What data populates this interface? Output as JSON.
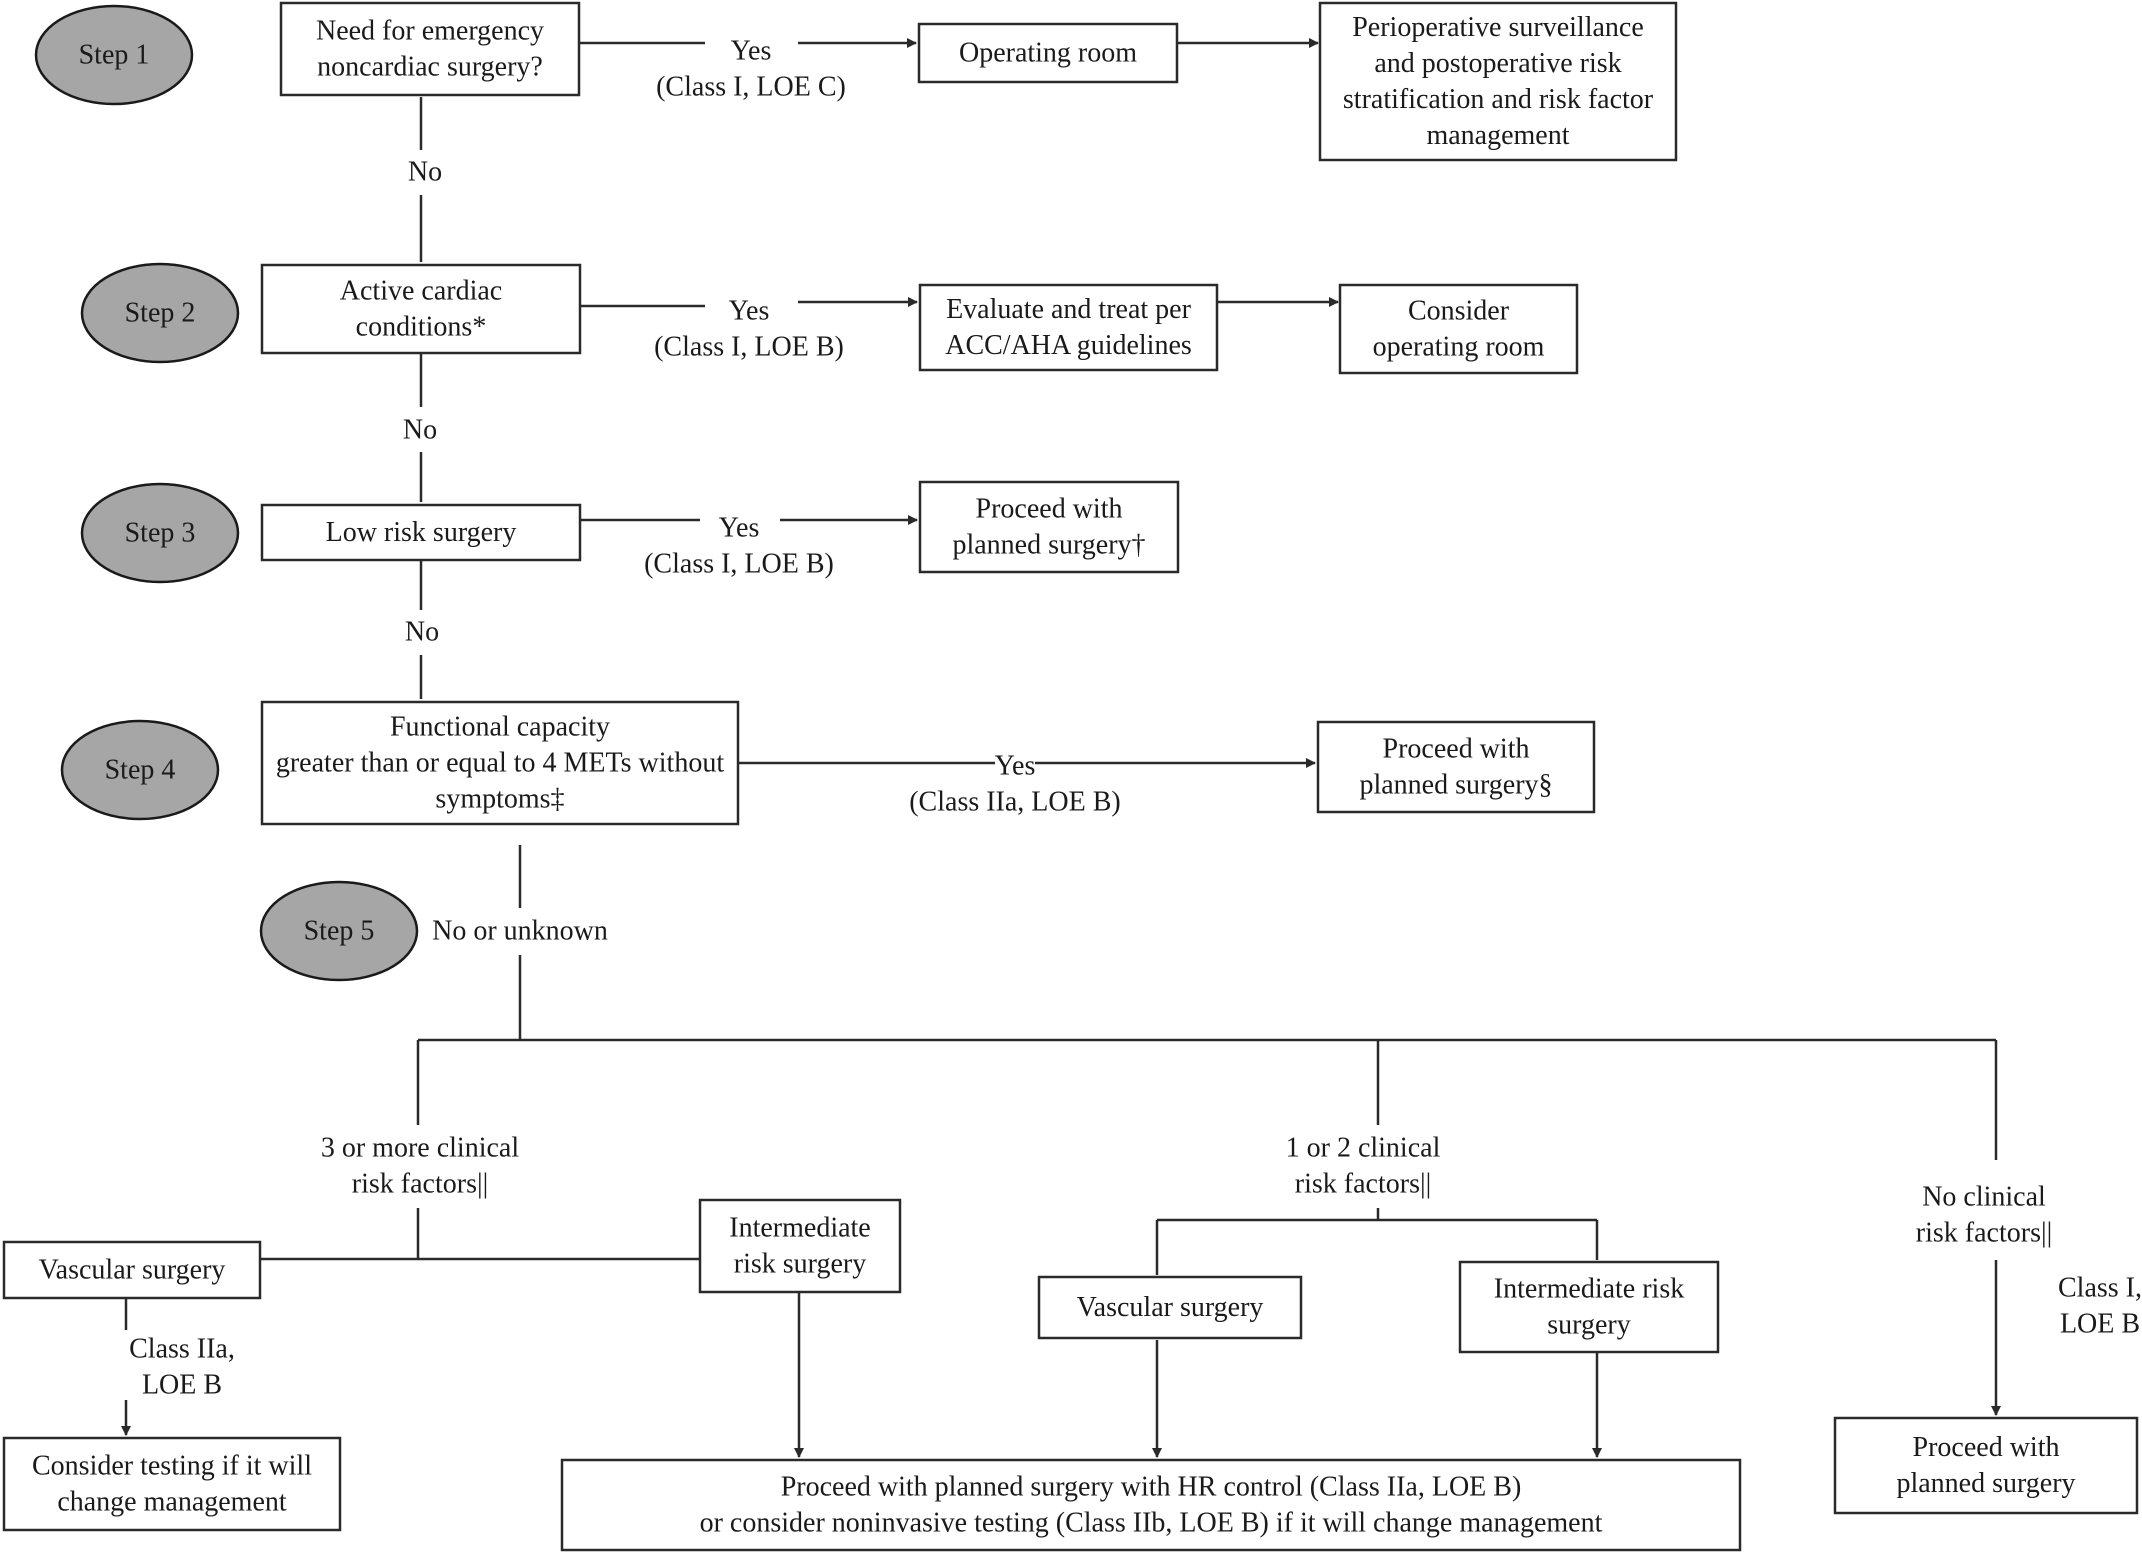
{
  "colors": {
    "step_oval_fill": "#a6a6a6",
    "stroke": "#2a2a2a",
    "text": "#1a1a1a",
    "background": "#ffffff"
  },
  "steps": {
    "step1": "Step 1",
    "step2": "Step 2",
    "step3": "Step 3",
    "step4": "Step 4",
    "step5": "Step 5"
  },
  "nodes": {
    "emergency": [
      "Need for emergency",
      "noncardiac surgery?"
    ],
    "operating_room": [
      "Operating room"
    ],
    "perioperative": [
      "Perioperative surveillance",
      "and postoperative risk",
      "stratification and risk factor",
      "management"
    ],
    "active_cardiac": [
      "Active cardiac",
      "conditions*"
    ],
    "evaluate_treat": [
      "Evaluate and treat per",
      "ACC/AHA guidelines"
    ],
    "consider_or": [
      "Consider",
      "operating room"
    ],
    "low_risk": [
      "Low risk surgery"
    ],
    "proceed_dagger": [
      "Proceed with",
      "planned surgery†"
    ],
    "functional_capacity": [
      "Functional capacity",
      "greater than or equal to 4 METs without",
      "symptoms‡"
    ],
    "proceed_section": [
      "Proceed with",
      "planned surgery§"
    ],
    "vascular_left": [
      "Vascular surgery"
    ],
    "intermediate_left": [
      "Intermediate",
      "risk surgery"
    ],
    "vascular_mid": [
      "Vascular surgery"
    ],
    "intermediate_mid": [
      "Intermediate risk",
      "surgery"
    ],
    "consider_testing": [
      "Consider testing if it will",
      "change management"
    ],
    "proceed_hr": [
      "Proceed with planned surgery with HR control (Class IIa, LOE B)",
      "or consider noninvasive testing (Class IIb, LOE B) if it will change management"
    ],
    "proceed_planned": [
      "Proceed with",
      "planned surgery"
    ]
  },
  "labels": {
    "yes1": [
      "Yes",
      "(Class I, LOE C)"
    ],
    "no1": [
      "No"
    ],
    "yes2": [
      "Yes",
      "(Class I, LOE B)"
    ],
    "no2": [
      "No"
    ],
    "yes3": [
      "Yes",
      "(Class I, LOE B)"
    ],
    "no3": [
      "No"
    ],
    "yes4": [
      "Yes",
      "(Class IIa, LOE B)"
    ],
    "no_unknown": [
      "No or unknown"
    ],
    "three_plus": [
      "3 or more clinical",
      "risk factors||"
    ],
    "one_two": [
      "1 or 2 clinical",
      "risk factors||"
    ],
    "no_clinical": [
      "No clinical",
      "risk factors||"
    ],
    "class_iia_lob": [
      "Class IIa,",
      "LOE B"
    ],
    "class_i_lob": [
      "Class I,",
      "LOE B"
    ]
  }
}
